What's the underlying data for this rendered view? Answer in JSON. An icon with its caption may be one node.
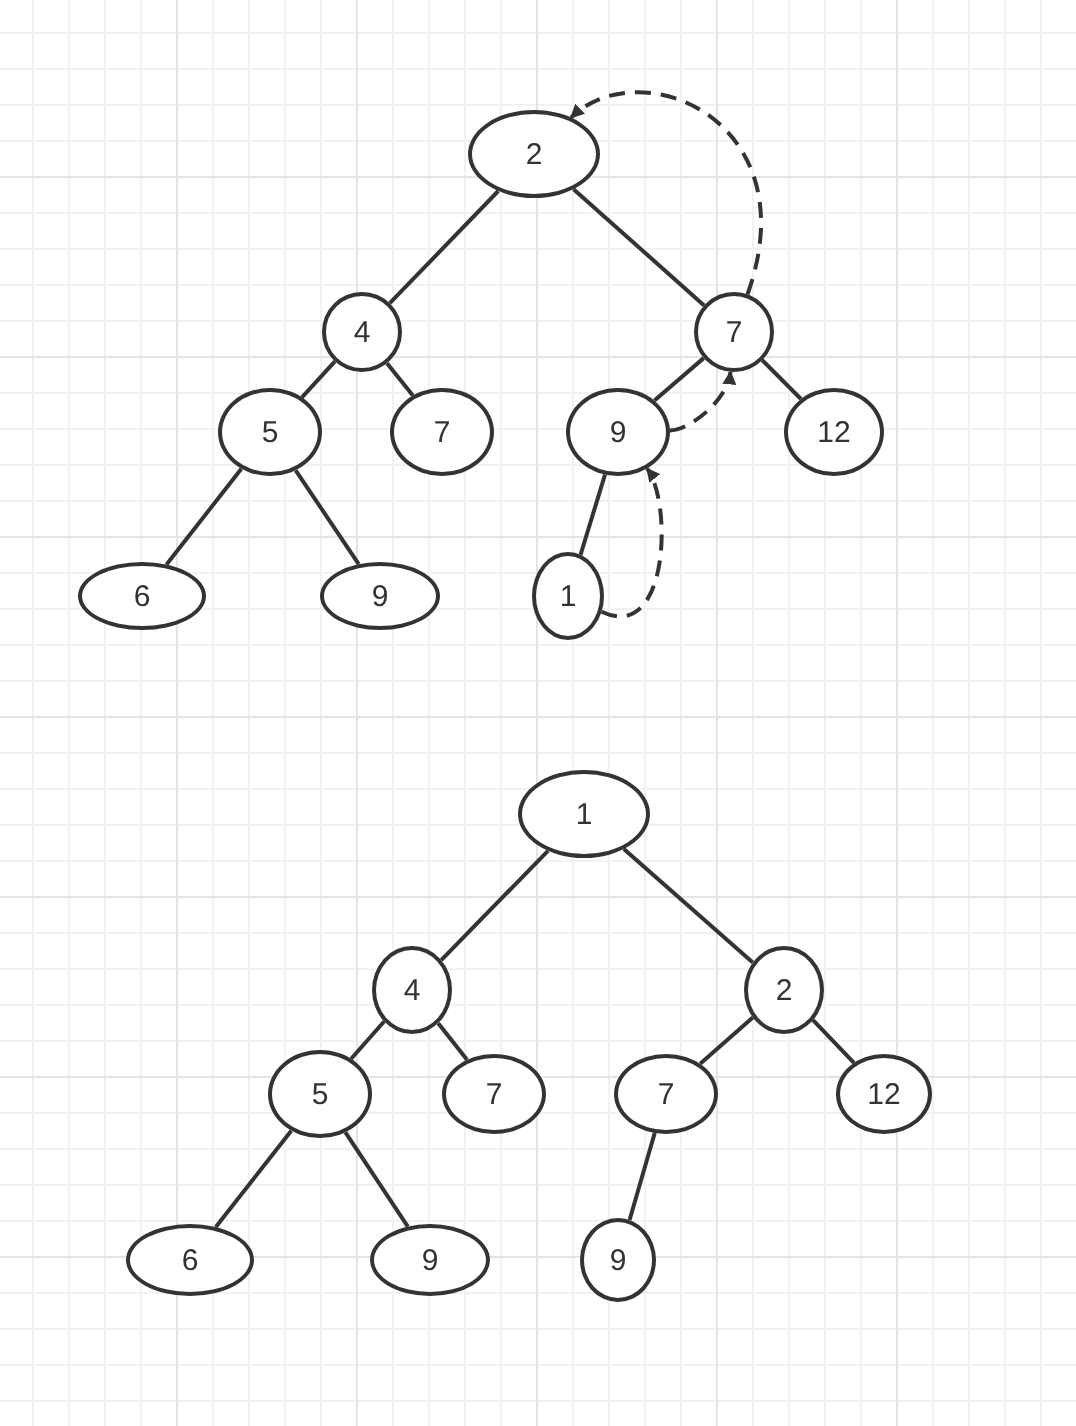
{
  "diagram": {
    "nodes": [
      {
        "text": [
          "2"
        ]
      },
      {
        "text": [
          "4"
        ]
      },
      {
        "text": [
          "7"
        ]
      },
      {
        "text": [
          "5"
        ]
      },
      {
        "text": [
          "7"
        ]
      },
      {
        "text": [
          "9"
        ]
      },
      {
        "text": [
          "12"
        ]
      },
      {
        "text": [
          "6"
        ]
      },
      {
        "text": [
          "9"
        ]
      },
      {
        "text": [
          "1"
        ]
      },
      {
        "text": [
          "1"
        ]
      },
      {
        "text": [
          "4"
        ]
      },
      {
        "text": [
          "2"
        ]
      },
      {
        "text": [
          "5"
        ]
      },
      {
        "text": [
          "7"
        ]
      },
      {
        "text": [
          "7"
        ]
      },
      {
        "text": [
          "12"
        ]
      },
      {
        "text": [
          "6"
        ]
      },
      {
        "text": [
          "9"
        ]
      },
      {
        "text": [
          "9"
        ]
      }
    ],
    "edges": [
      {
        "from": 0,
        "to": 1,
        "arrow": "none"
      },
      {
        "from": 0,
        "to": 2,
        "arrow": "none"
      },
      {
        "from": 1,
        "to": 3,
        "arrow": "none"
      },
      {
        "from": 1,
        "to": 4,
        "arrow": "none"
      },
      {
        "from": 2,
        "to": 5,
        "arrow": "none"
      },
      {
        "from": 2,
        "to": 6,
        "arrow": "none"
      },
      {
        "from": 3,
        "to": 7,
        "arrow": "none"
      },
      {
        "from": 3,
        "to": 8,
        "arrow": "none"
      },
      {
        "from": 5,
        "to": 9,
        "arrow": "none"
      },
      {
        "from": 9,
        "to": 5,
        "arrow": "to",
        "style": "dashed"
      },
      {
        "from": 5,
        "to": 2,
        "arrow": "to",
        "style": "dashed"
      },
      {
        "from": 2,
        "to": 0,
        "arrow": "to",
        "style": "dashed"
      },
      {
        "from": 10,
        "to": 11,
        "arrow": "none"
      },
      {
        "from": 10,
        "to": 12,
        "arrow": "none"
      },
      {
        "from": 11,
        "to": 13,
        "arrow": "none"
      },
      {
        "from": 11,
        "to": 14,
        "arrow": "none"
      },
      {
        "from": 12,
        "to": 15,
        "arrow": "none"
      },
      {
        "from": 12,
        "to": 16,
        "arrow": "none"
      },
      {
        "from": 13,
        "to": 17,
        "arrow": "none"
      },
      {
        "from": 13,
        "to": 18,
        "arrow": "none"
      },
      {
        "from": 15,
        "to": 19,
        "arrow": "none"
      }
    ]
  }
}
